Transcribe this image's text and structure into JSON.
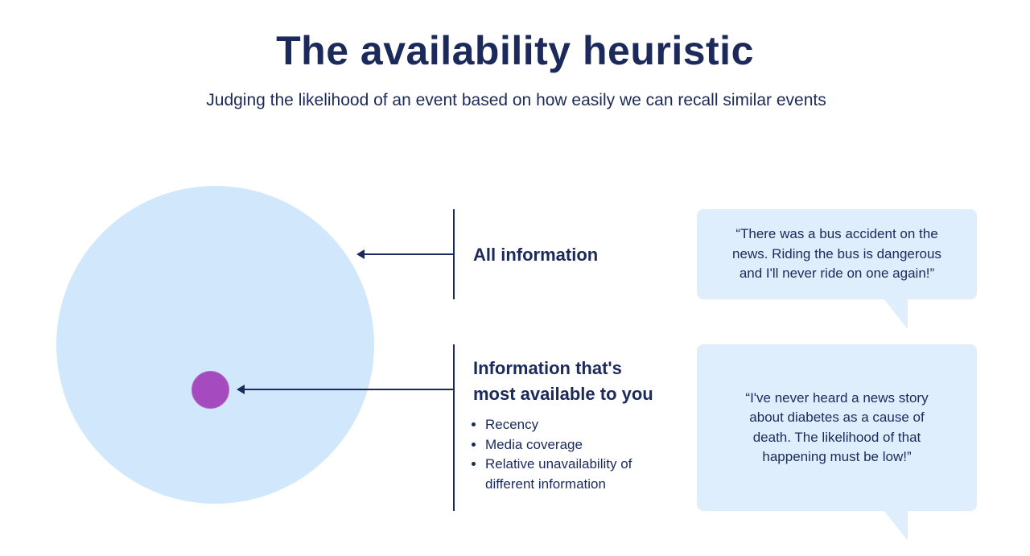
{
  "header": {
    "title": "The availability heuristic",
    "subtitle": "Judging the likelihood of an event based on how easily we can recall similar events"
  },
  "diagram": {
    "outer_label": "All information",
    "inner_label_line1": "Information that's",
    "inner_label_line2": "most available to you",
    "factors": [
      "Recency",
      "Media coverage",
      "Relative unavailability of different information"
    ]
  },
  "quotes": [
    "“There was a bus accident on the news. Riding the bus is dangerous and I'll never ride on one again!”",
    "“I've never heard a news story about diabetes as a cause of death. The likelihood of that happening must be low!”"
  ],
  "colors": {
    "text": "#1b2a5a",
    "outer_circle": "#d1e7fb",
    "inner_circle": "#a64bbf",
    "bubble": "#dfeefd"
  }
}
